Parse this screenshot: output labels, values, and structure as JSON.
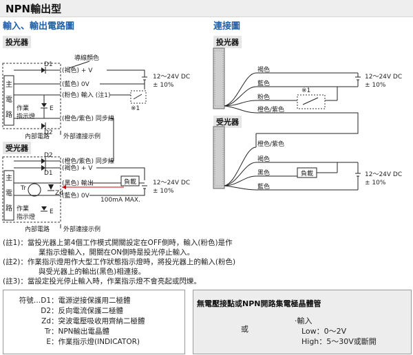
{
  "header": {
    "title": "NPN輸出型"
  },
  "left": {
    "section_title": "輸入、輸出電路圖",
    "emitter_tag": "投光器",
    "receiver_tag": "受光器",
    "wire_color_title": "導線顏色",
    "main_circuit": [
      "主",
      "電",
      "路"
    ],
    "indicator_lines": [
      "作業",
      "指示燈"
    ],
    "internal_circuit": "內部電路",
    "external_example": "外部連接示例",
    "emitter_wires": [
      "(褐色) + V",
      "(藍色) 0V",
      "(粉色) 輸入 (注1)",
      "(橙色/紫色) 同步線"
    ],
    "receiver_wires": [
      "(橙色/紫色) 同步線",
      "(褐色) + V",
      "(黑色) 輸出",
      "(藍色) 0V"
    ],
    "power": "12～24V DC",
    "tolerance": "± 10%",
    "load": "負載",
    "max_current": "100mA MAX.",
    "note_mark": "※1",
    "components": {
      "d1": "D1",
      "d2": "D2",
      "zd": "Zd",
      "tr": "Tr",
      "e": "E"
    }
  },
  "right": {
    "section_title": "連接圖",
    "emitter_tag": "投光器",
    "receiver_tag": "受光器",
    "emitter_wires": [
      "褐色",
      "藍色",
      "粉色",
      "橙色/紫色"
    ],
    "receiver_wires": [
      "橙色/紫色",
      "褐色",
      "黑色",
      "藍色"
    ],
    "power": "12～24V DC",
    "tolerance": "± 10%",
    "load": "負載",
    "note_mark": "※1"
  },
  "notes": [
    {
      "label": "(註1)：",
      "text": "當投光器上第4個工作模式開關設定在OFF側時，輸入(粉色)是作"
    },
    {
      "label": "",
      "text": "業指示燈輸入，開關在ON側時是投光停止輸入。"
    },
    {
      "label": "(註2)：",
      "text": "作業指示燈用作大型工作狀態指示燈時，將投光器上的輸入(粉色)"
    },
    {
      "label": "",
      "text": "與受光器上的輸出(黑色)相連接。"
    },
    {
      "label": "(註3)：",
      "text": "當設定投光停止輸入時，作業指示燈不會亮起或閃爍。"
    }
  ],
  "legend": [
    {
      "sym": "符號…D1",
      "desc": "：電源逆接保護用二極體"
    },
    {
      "sym": "D2",
      "desc": "：反向電流保護二極體"
    },
    {
      "sym": "Zd",
      "desc": "：突波電壓吸收用齊納二極體"
    },
    {
      "sym": "Tr",
      "desc": "：NPN輸出電晶體"
    },
    {
      "sym": "E",
      "desc": "：作業指示燈(INDICATOR)"
    }
  ],
  "voltage_box": {
    "title": "無電壓接點或NPN開路集電極晶體管",
    "or": "或",
    "input_label": "‧輸入",
    "low": "Low：0～2V",
    "high": "High：5～30V或斷開"
  }
}
